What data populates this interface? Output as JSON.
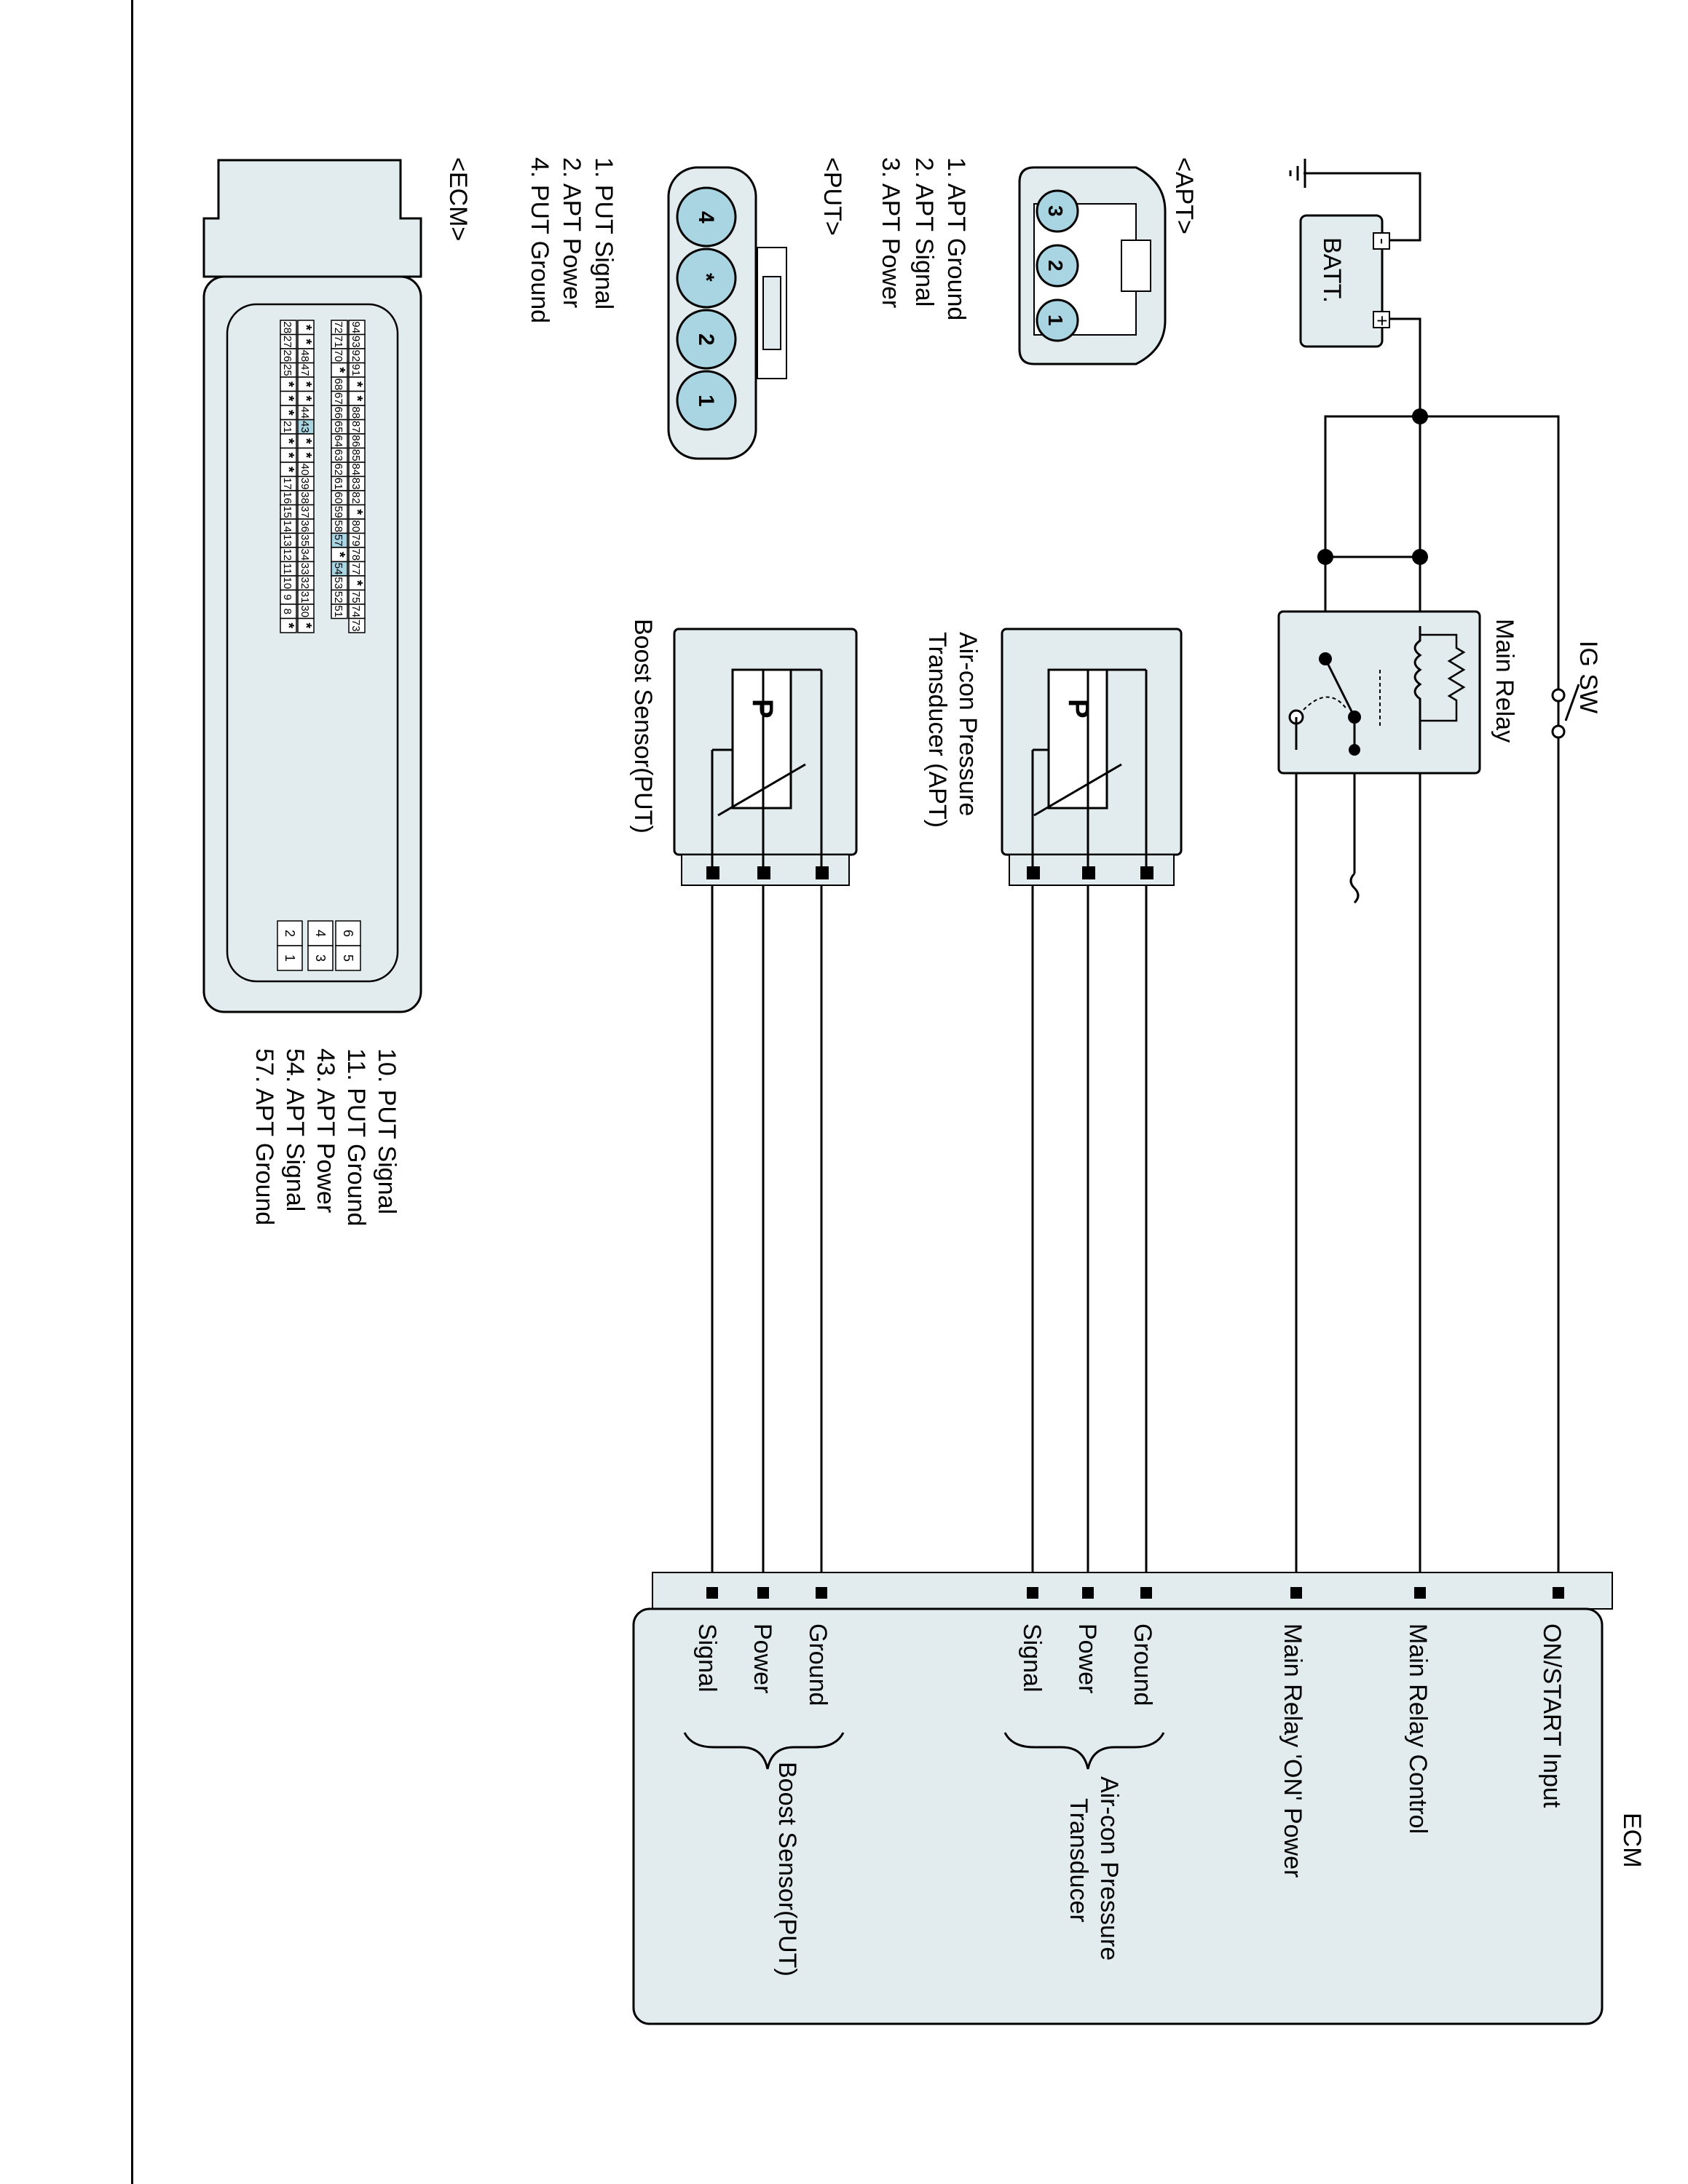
{
  "labels": {
    "ig_sw": "IG SW",
    "main_relay": "Main Relay",
    "batt": "BATT.",
    "batt_minus": "-",
    "batt_plus": "+",
    "apt_transducer": [
      "Air-con Pressure",
      "Transducer (APT)"
    ],
    "boost_sensor": "Boost Sensor(PUT)",
    "sensor_p": "P"
  },
  "apt_connector": {
    "title": "<APT>",
    "pin_labels": [
      "3",
      "2",
      "1"
    ],
    "pins": [
      "1. APT Ground",
      "2. APT Signal",
      "3. APT Power"
    ]
  },
  "put_connector": {
    "title": "<PUT>",
    "pin_labels": [
      "4",
      "*",
      "2",
      "1"
    ],
    "pins": [
      "1. PUT Signal",
      "2. APT Power",
      "4. PUT Ground"
    ]
  },
  "ecm_connector": {
    "title": "<ECM>",
    "rows": [
      [
        "94",
        "93",
        "92",
        "91",
        "*",
        "*",
        "88",
        "87",
        "86",
        "85",
        "84",
        "83",
        "82",
        "*",
        "80",
        "79",
        "78",
        "77",
        "*",
        "75",
        "74",
        "73"
      ],
      [
        "72",
        "71",
        "70",
        "*",
        "68",
        "67",
        "66",
        "65",
        "64",
        "63",
        "62",
        "61",
        "60",
        "59",
        "58",
        "57",
        "*",
        "54",
        "53",
        "52",
        "51",
        ""
      ],
      [
        "*",
        "*",
        "48",
        "47",
        "*",
        "*",
        "44",
        "43",
        "*",
        "*",
        "40",
        "39",
        "38",
        "37",
        "36",
        "35",
        "34",
        "33",
        "32",
        "31",
        "30",
        "*"
      ],
      [
        "28",
        "27",
        "26",
        "25",
        "*",
        "*",
        "*",
        "21",
        "*",
        "*",
        "*",
        "17",
        "16",
        "15",
        "14",
        "13",
        "12",
        "11",
        "10",
        "9",
        "8",
        "*"
      ]
    ],
    "power_pins": [
      [
        "6",
        "5"
      ],
      [
        "4",
        "3"
      ],
      [
        "2",
        "1"
      ]
    ],
    "highlight": [
      "43",
      "57",
      "54"
    ],
    "pins": [
      "10. PUT Signal",
      "11. PUT Ground",
      "43. APT Power",
      "54. APT Signal",
      "57. APT Ground"
    ]
  },
  "ecm_box": {
    "title": "ECM",
    "pins": [
      "ON/START Input",
      "Main Relay Control",
      "Main Relay 'ON' Power"
    ],
    "apt_pins": [
      "Ground",
      "Power",
      "Signal"
    ],
    "apt_group": [
      "Air-con Pressure",
      "Transducer"
    ],
    "put_pins": [
      "Ground",
      "Power",
      "Signal"
    ],
    "put_group": "Boost Sensor(PUT)"
  },
  "colors": {
    "highlight": "#a9d4e2",
    "box_fill": "#e2ebed",
    "line": "#000000"
  }
}
